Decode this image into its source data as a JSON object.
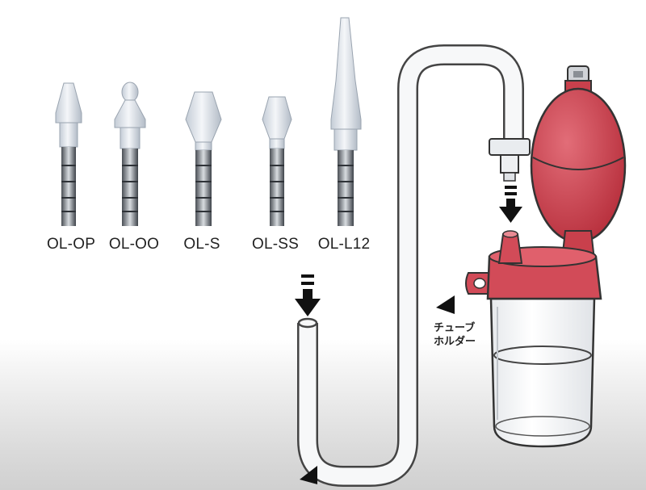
{
  "tips": [
    {
      "label": "OL-OP"
    },
    {
      "label": "OL-OO"
    },
    {
      "label": "OL-S"
    },
    {
      "label": "OL-SS"
    },
    {
      "label": "OL-L12"
    }
  ],
  "holder_label": {
    "line1": "チューブ",
    "line2": "ホルダー"
  },
  "colors": {
    "bulb": "#c9404c",
    "cap": "#d24b58",
    "tube_outline": "#444444",
    "arrow": "#111111"
  }
}
